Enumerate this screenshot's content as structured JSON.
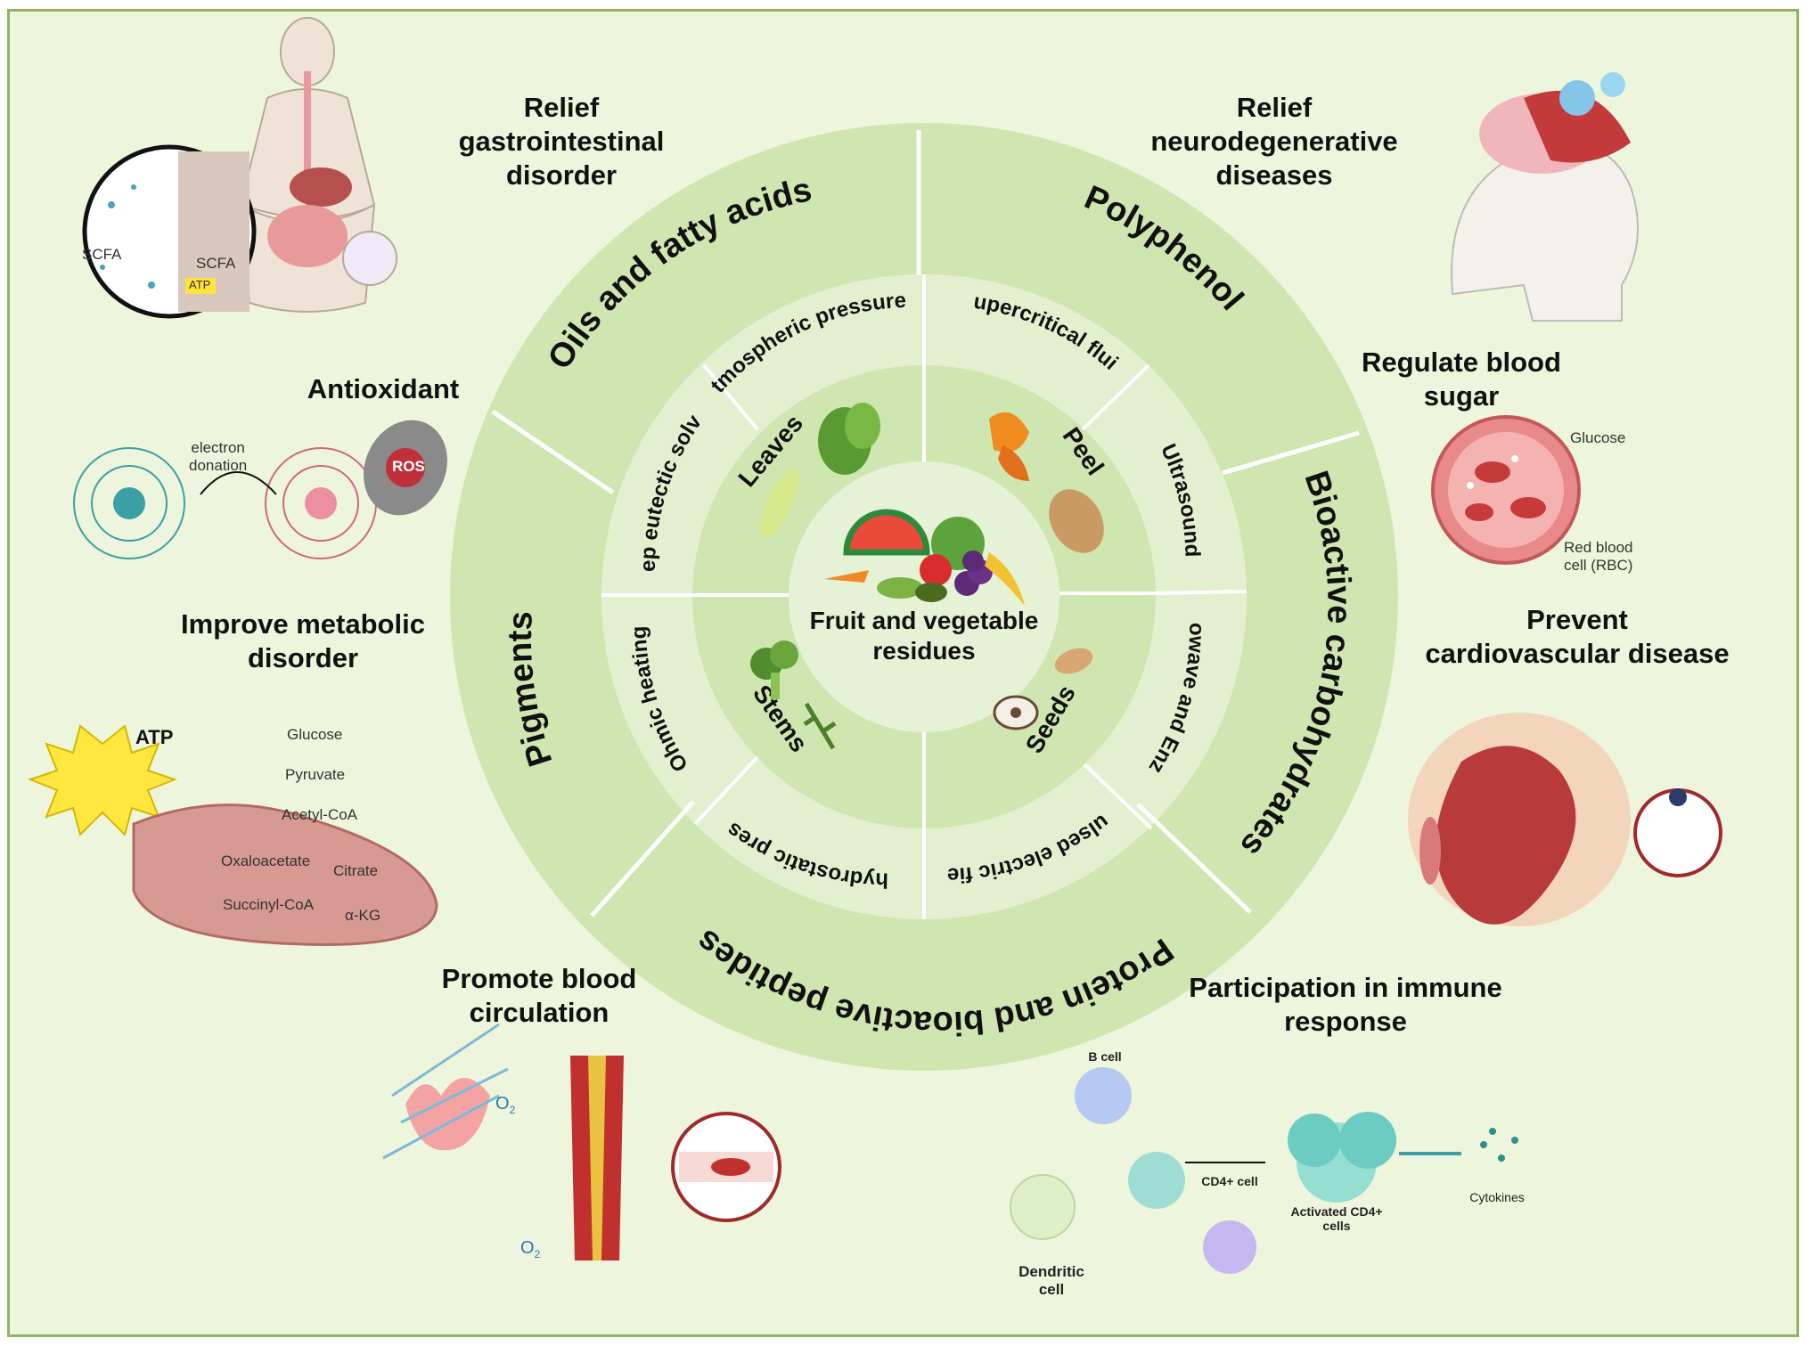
{
  "center": {
    "label": "Fruit and vegetable\nresidues"
  },
  "outer_ring": [
    {
      "label": "Oils and fatty acids"
    },
    {
      "label": "Polyphenol"
    },
    {
      "label": "Bioactive carbohydrates"
    },
    {
      "label": "Protein and bioactive peptides"
    },
    {
      "label": "Pigments"
    }
  ],
  "middle_ring": [
    {
      "label": "Cold atmospheric\npressure plasma"
    },
    {
      "label": "Supercritical\nfluid"
    },
    {
      "label": "Ultrasound"
    },
    {
      "label": "Microwave and\nEnzyme"
    },
    {
      "label": "Pulsed electric\nfield"
    },
    {
      "label": "High hydrostatic\npressure"
    },
    {
      "label": "Ohmic heating"
    },
    {
      "label": "Deep eutectic\nsolvent"
    }
  ],
  "inner_ring": [
    {
      "label": "Leaves"
    },
    {
      "label": "Peel"
    },
    {
      "label": "Seeds"
    },
    {
      "label": "Stems"
    }
  ],
  "benefits": {
    "gastro": "Relief\ngastrointestinal\ndisorder",
    "neuro": "Relief\nneurodegenerative\ndiseases",
    "antioxidant": "Antioxidant",
    "blood_sugar": "Regulate blood\nsugar",
    "metabolic": "Improve metabolic\ndisorder",
    "cardio": "Prevent\ncardiovascular disease",
    "circulation": "Promote blood\ncirculation",
    "immune": "Participation in immune\nresponse"
  },
  "illustration_labels": {
    "scfa_1": "SCFA",
    "scfa_2": "SCFA",
    "atp_small": "ATP",
    "electron_donation": "electron\ndonation",
    "ros": "ROS",
    "glucose": "Glucose",
    "rbc": "Red blood\ncell (RBC)",
    "atp": "ATP",
    "cycle_glucose": "Glucose",
    "cycle_pyruvate": "Pyruvate",
    "cycle_acetyl": "Acetyl-CoA",
    "cycle_oxalo": "Oxaloacetate",
    "cycle_citrate": "Citrate",
    "cycle_succinyl": "Succinyl-CoA",
    "cycle_akg": "α-KG",
    "o2_top": "O",
    "o2_bottom": "O",
    "o2_sub": "2",
    "b_cell": "B cell",
    "cd4_cell": "CD4+ cell",
    "activated_cd4": "Activated CD4+\ncells",
    "cytokines": "Cytokines",
    "dendritic": "Dendritic\ncell"
  },
  "colors": {
    "background": "#edf6dc",
    "frame_border": "#8fb466",
    "outer_ring": "#cfe6b0",
    "middle_ring": "#e3f0d0",
    "inner_ring": "#cfe6b0",
    "center": "#e6f2d6",
    "divider": "#ffffff"
  }
}
